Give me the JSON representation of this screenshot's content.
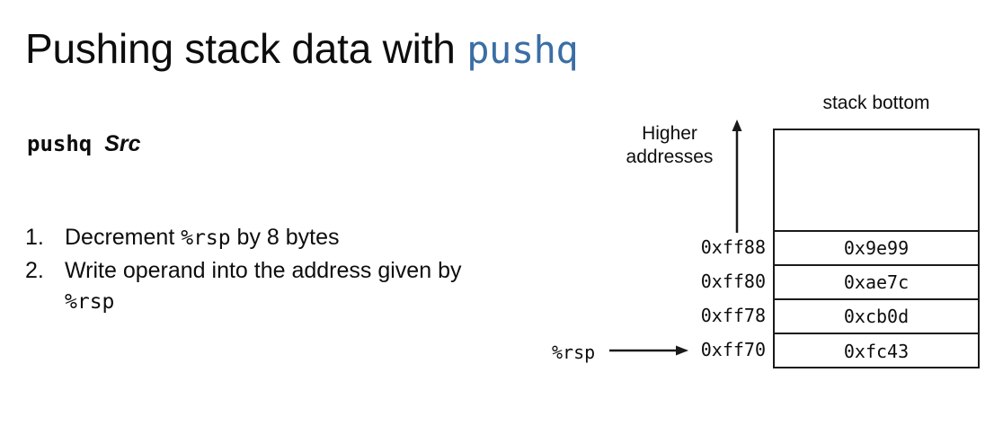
{
  "slide": {
    "title_prefix": "Pushing stack data with ",
    "title_mnemonic": "pushq"
  },
  "signature": {
    "mnemonic": "pushq",
    "operand": "Src"
  },
  "steps": [
    {
      "number": "1.",
      "prefix": "Decrement ",
      "mono": "%rsp",
      "suffix": " by 8 bytes"
    },
    {
      "number": "2.",
      "prefix": "Write operand into the address given by ",
      "mono": "%rsp",
      "suffix": ""
    }
  ],
  "diagram": {
    "stack_bottom_label": "stack bottom",
    "higher_addresses_line1": "Higher",
    "higher_addresses_line2": "addresses",
    "stack_pointer_label": "%rsp",
    "stack_pointer_target_address": "0xff70",
    "rows": [
      {
        "address": "0xff88",
        "value": "0x9e99"
      },
      {
        "address": "0xff80",
        "value": "0xae7c"
      },
      {
        "address": "0xff78",
        "value": "0xcb0d"
      },
      {
        "address": "0xff70",
        "value": "0xfc43"
      }
    ]
  },
  "colors": {
    "accent_blue": "#3a6ea5",
    "text": "#0d0d0d",
    "rule": "#1a1a1a",
    "background": "#ffffff"
  }
}
